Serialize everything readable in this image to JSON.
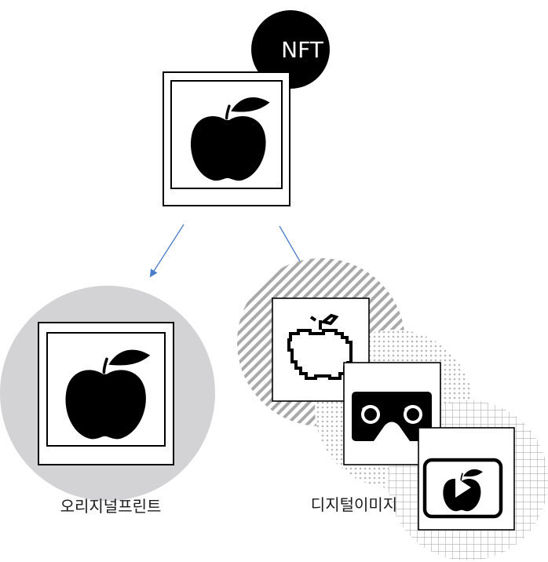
{
  "badge": {
    "text": "NFT"
  },
  "labels": {
    "original": "오리지널프린트",
    "digital": "디지털이미지"
  },
  "colors": {
    "arrow": "#4a7cc9",
    "circle_gray": "#d3d2d4",
    "hatch": "#a9a9a9",
    "black": "#000000"
  },
  "icons": {
    "top": "apple-print-icon",
    "original": "apple-print-icon",
    "digital_1": "pixel-apple-icon",
    "digital_2": "vr-headset-icon",
    "digital_3": "apple-video-play-icon"
  }
}
